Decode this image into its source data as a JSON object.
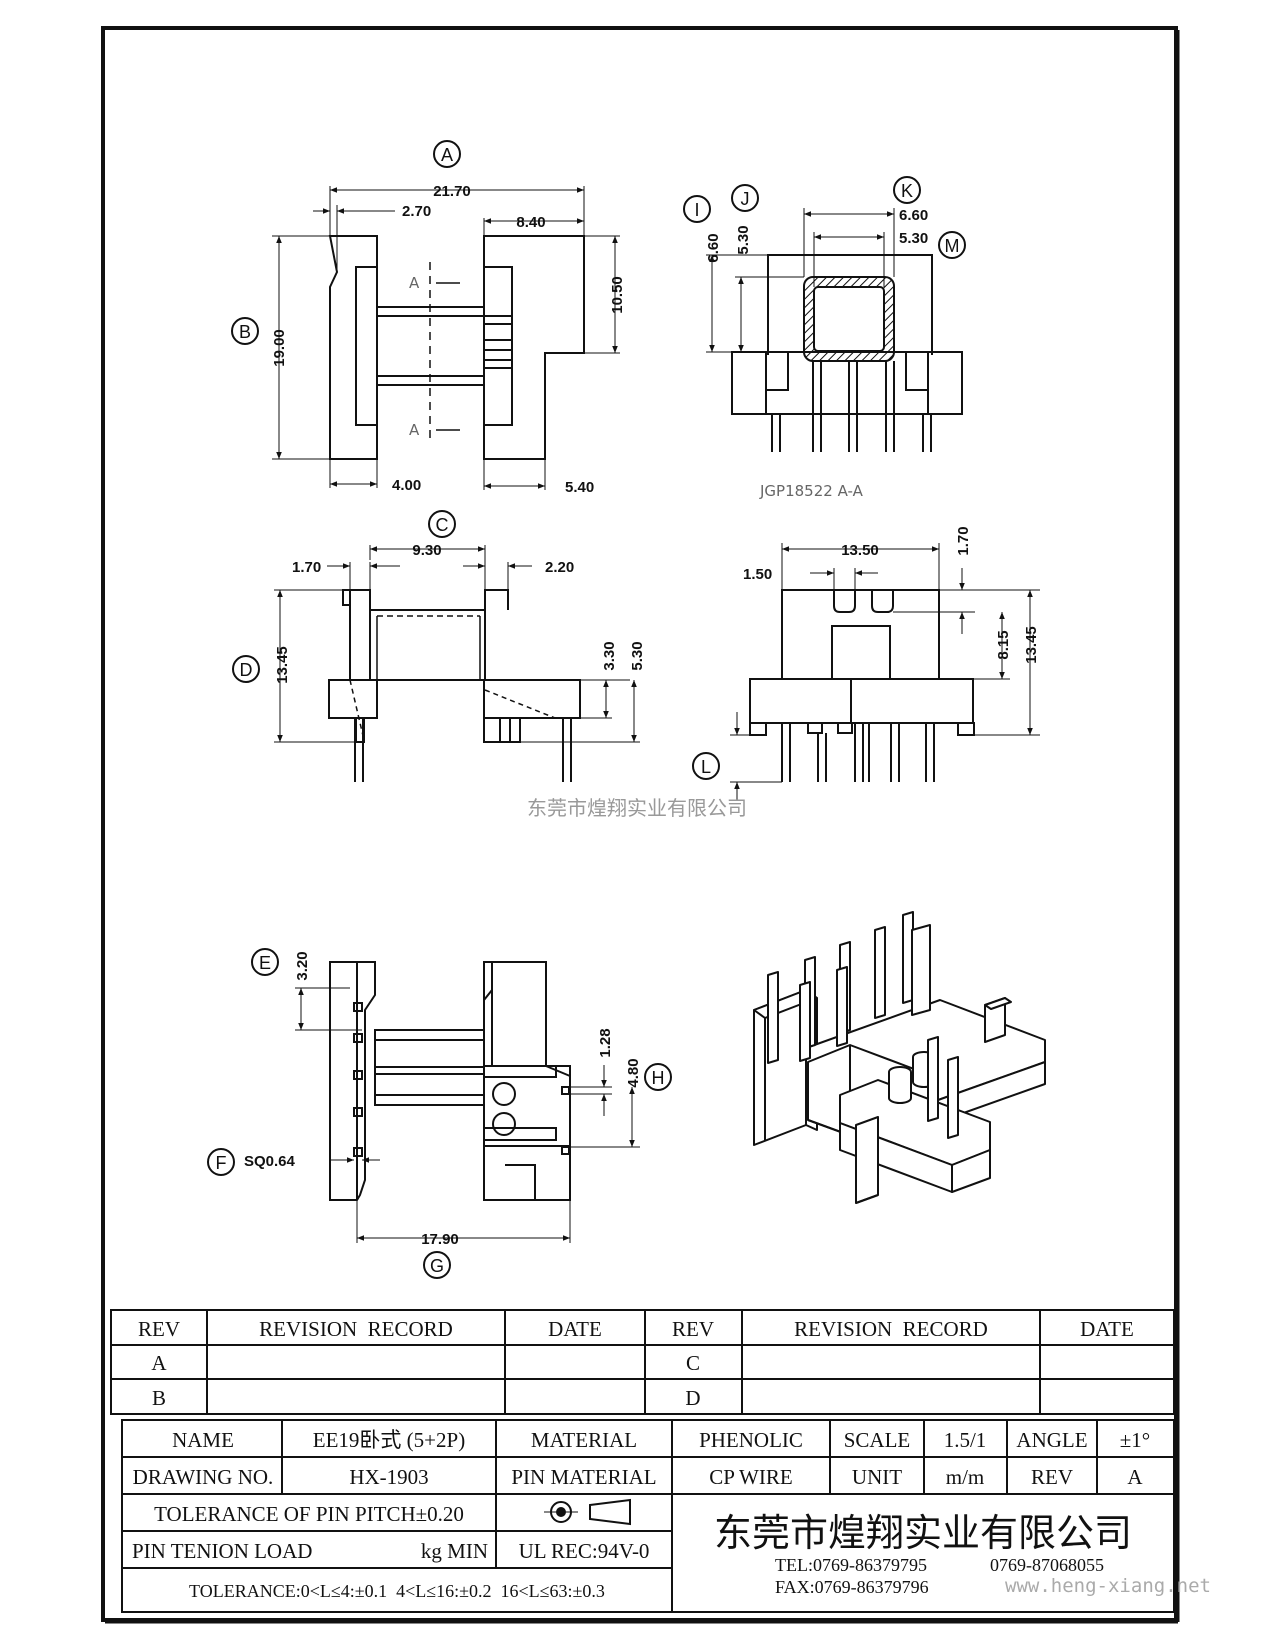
{
  "views": {
    "top": {
      "callouts": [
        "A",
        "B"
      ],
      "dims": [
        "21.70",
        "2.70",
        "8.40",
        "10.50",
        "19.00",
        "4.00",
        "5.40"
      ],
      "section_marks": [
        "A",
        "A"
      ]
    },
    "section": {
      "callouts": [
        "I",
        "J",
        "K",
        "M"
      ],
      "dims": [
        "6.60",
        "5.30",
        "6.60",
        "5.30"
      ],
      "label": "JGP18522  A-A"
    },
    "side": {
      "callouts": [
        "C",
        "D"
      ],
      "dims": [
        "1.70",
        "9.30",
        "2.20",
        "13.45",
        "3.30",
        "5.30"
      ]
    },
    "front": {
      "callouts": [
        "L"
      ],
      "dims": [
        "13.50",
        "1.70",
        "1.50",
        "8.15",
        "13.45"
      ]
    },
    "bottom": {
      "callouts": [
        "E",
        "F",
        "G",
        "H"
      ],
      "dims": [
        "3.20",
        "1.28",
        "4.80",
        "SQ0.64",
        "17.90"
      ]
    }
  },
  "watermark_center": "东莞市煌翔实业有限公司",
  "revision_table": {
    "headers": [
      "REV",
      "REVISION  RECORD",
      "DATE",
      "REV",
      "REVISION  RECORD",
      "DATE"
    ],
    "rows": [
      {
        "rev_left": "A",
        "rev_right": "C"
      },
      {
        "rev_left": "B",
        "rev_right": "D"
      }
    ]
  },
  "title_block": {
    "name_label": "NAME",
    "name_value": "EE19卧式 (5+2P)",
    "material_label": "MATERIAL",
    "material_value": "PHENOLIC",
    "scale_label": "SCALE",
    "scale_value": "1.5/1",
    "angle_label": "ANGLE",
    "angle_value": "±1°",
    "drawing_no_label": "DRAWING NO.",
    "drawing_no_value": "HX-1903",
    "pin_material_label": "PIN MATERIAL",
    "pin_material_value": "CP WIRE",
    "unit_label": "UNIT",
    "unit_value": "m/m",
    "rev_label": "REV",
    "rev_value": "A",
    "tolerance_pitch": "TOLERANCE OF PIN PITCH±0.20",
    "pin_load_label": "PIN TENION LOAD",
    "pin_load_unit": "kg MIN",
    "ul_rec": "UL REC:94V-0",
    "tolerance_general": "TOLERANCE:0<L≤4:±0.1  4<L≤16:±0.2  16<L≤63:±0.3",
    "company": "东莞市煌翔实业有限公司",
    "tel": "TEL:0769-86379795",
    "tel2": "0769-87068055",
    "fax": "FAX:0769-86379796",
    "website": "www.heng-xiang.net"
  }
}
